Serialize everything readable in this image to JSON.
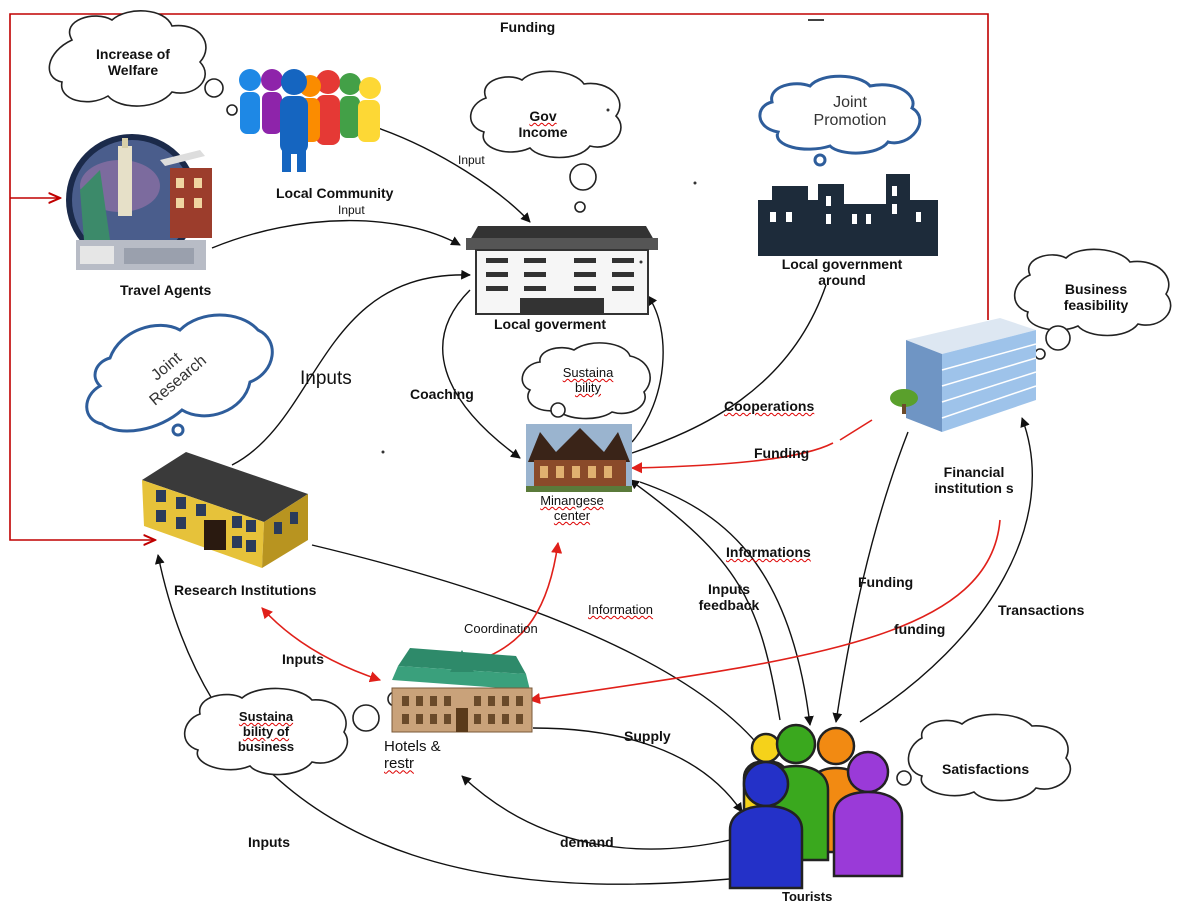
{
  "colors": {
    "funding_loop": "#c00000",
    "red_arrow": "#e0201a",
    "flow_arrow": "#111111",
    "cloud_blue_outline": "#2e5d9b",
    "cloud_outline": "#222222"
  },
  "actors": {
    "travel_agents": "Travel  Agents",
    "local_community": "Local Community",
    "local_government": "Local goverment",
    "local_government_around_1": "Local government",
    "local_government_around_2": "around",
    "research_institutions": "Research Institutions",
    "minangese_1": "Minangese",
    "minangese_2": "center",
    "financial_1": "Financial",
    "financial_2": "institution s",
    "hotels_1": "Hotels &",
    "hotels_2": "restr",
    "tourists": "Tourists"
  },
  "thought_clouds": {
    "welfare_1": "Increase of",
    "welfare_2": "Welfare",
    "gov_income_1": "Gov",
    "gov_income_2": "Income",
    "joint_promotion_1": "Joint",
    "joint_promotion_2": "Promotion",
    "business_feasibility_1": "Business",
    "business_feasibility_2": "feasibility",
    "joint_research_1": "Joint",
    "joint_research_2": "Research",
    "sustainability_1": "Sustaina",
    "sustainability_2": "bility",
    "sust_business_1": "Sustaina",
    "sust_business_2": "bility  of",
    "sust_business_3": "business",
    "satisfactions": "Satisfactions"
  },
  "flows": {
    "funding_top": "Funding",
    "input_community": "Input",
    "input_agents": "Input",
    "inputs_research": "Inputs",
    "coaching": "Coaching",
    "cooperations": "Cooperations",
    "funding_financial": "Funding",
    "informations": "Informations",
    "inputs_feedback_1": "Inputs",
    "inputs_feedback_2": "feedback",
    "information": "Information",
    "coordination": "Coordination",
    "inputs_hotels": "Inputs",
    "funding_tourists": "Funding",
    "funding_hotels": "funding",
    "transactions": "Transactions",
    "supply": "Supply",
    "demand": "demand",
    "inputs_bottom": "Inputs"
  }
}
